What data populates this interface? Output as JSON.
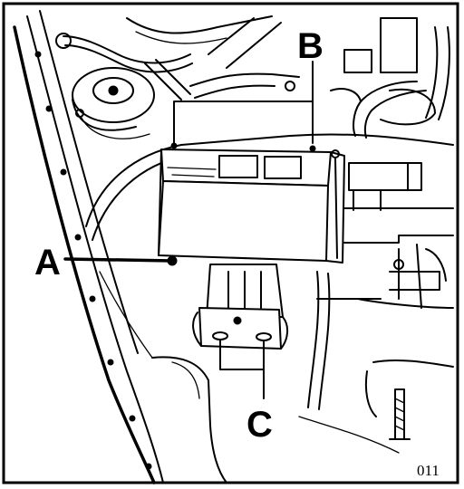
{
  "figure": {
    "callouts": {
      "a": "A",
      "b": "B",
      "c": "C"
    },
    "figure_number": "011"
  }
}
